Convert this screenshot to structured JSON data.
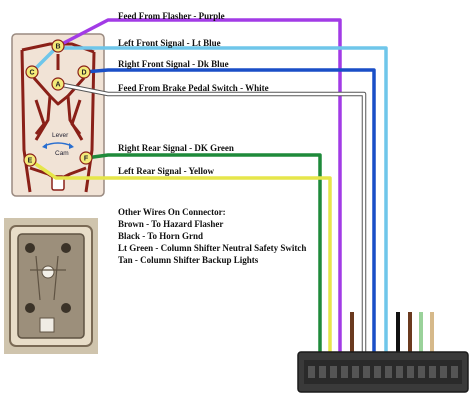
{
  "wires": [
    {
      "label": "Feed From Flasher  -  Purple",
      "color": "#a23be6"
    },
    {
      "label": "Left Front Signal  -  Lt Blue",
      "color": "#6fc6ea"
    },
    {
      "label": "Right Front Signal  -  Dk Blue",
      "color": "#1a4fc7"
    },
    {
      "label": "Feed From Brake Pedal Switch  -  White",
      "color": "#ffffff"
    },
    {
      "label": "Right Rear Signal  -  DK Green",
      "color": "#1e8a3a"
    },
    {
      "label": "Left Rear Signal  -  Yellow",
      "color": "#e6e64a"
    }
  ],
  "pins": [
    "A",
    "B",
    "C",
    "D",
    "E",
    "F"
  ],
  "switch": {
    "lever_label": "Lever",
    "cam_label": "Cam"
  },
  "other_wires": {
    "heading": "Other Wires On Connector:",
    "lines": [
      "Brown - To Hazard Flasher",
      "Black - To Horn Grnd",
      "Lt Green - Column Shifter Neutral Safety Switch",
      "Tan - Column Shifter Backup Lights"
    ]
  },
  "colors": {
    "switch_plate": "#f1e3d6",
    "switch_trace": "#8a2018",
    "pin_circle": "#f3ea7a",
    "connector": "#3a3a3a",
    "brown": "#6b3a1f",
    "black": "#111111",
    "lt_green": "#9ad29a",
    "tan": "#d6b98a"
  }
}
